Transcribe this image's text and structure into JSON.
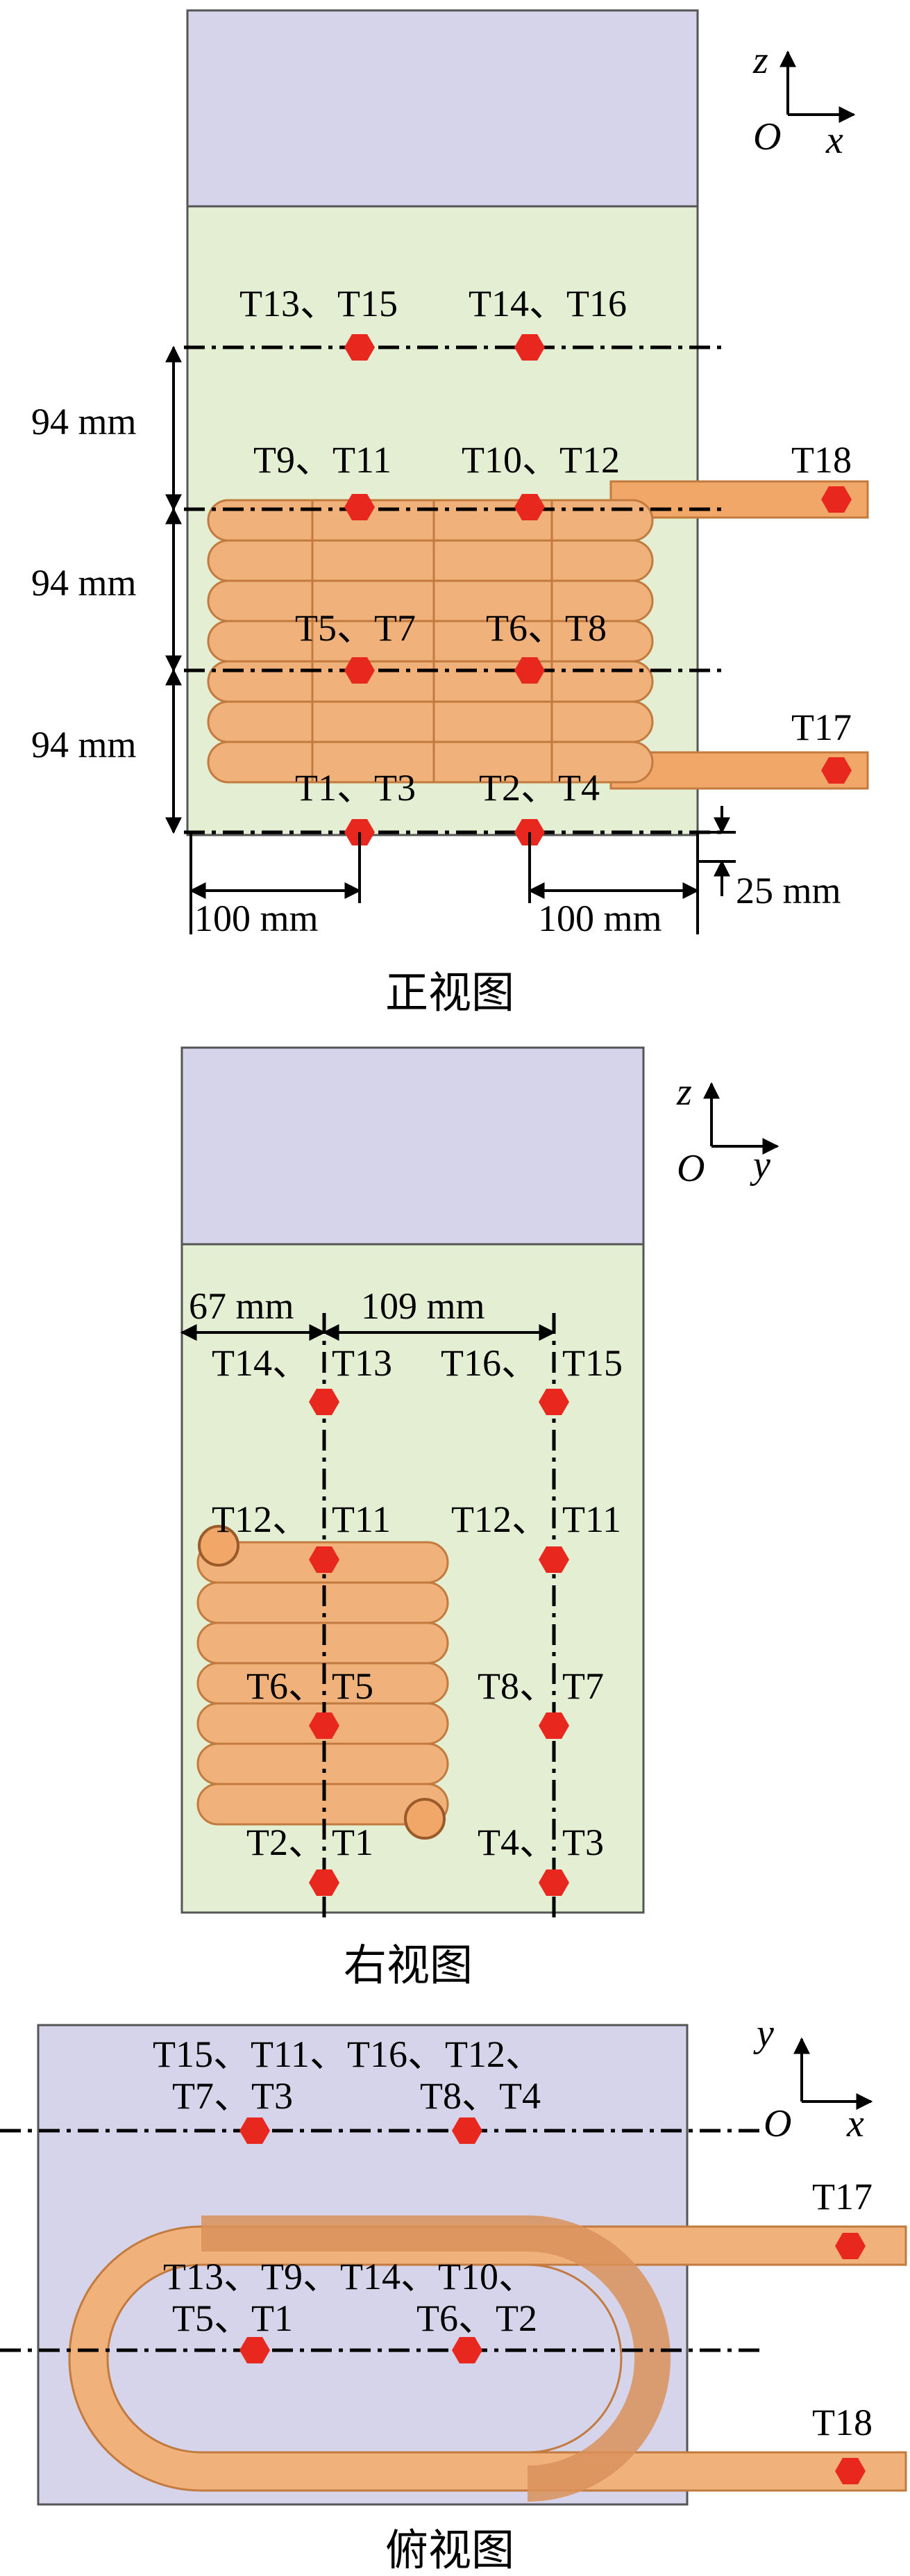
{
  "front_view": {
    "caption": "正视图",
    "axes": {
      "vertical": "z",
      "horizontal": "x",
      "origin": "O"
    },
    "dims": {
      "row_gap_1": "94 mm",
      "row_gap_2": "94 mm",
      "row_gap_3": "94 mm",
      "left_offset": "100 mm",
      "right_offset": "100 mm",
      "bottom_offset": "25 mm"
    },
    "labels": {
      "row1": "T13、T15",
      "row1b": "T14、T16",
      "row2": "T9、T11",
      "row2b": "T10、T12",
      "row3": "T5、T7",
      "row3b": "T6、T8",
      "row4": "T1、T3",
      "row4b": "T2、T4",
      "outlet_top": "T18",
      "outlet_bottom": "T17"
    }
  },
  "side_view": {
    "caption": "右视图",
    "axes": {
      "vertical": "z",
      "horizontal": "y",
      "origin": "O"
    },
    "dims": {
      "left": "67 mm",
      "middle": "109 mm"
    },
    "labels": {
      "r1a": "T14、",
      "r1b": "T13",
      "r1c": "T16、",
      "r1d": "T15",
      "r2a": "T12、",
      "r2b": "T11",
      "r2c": "T12、",
      "r2d": "T11",
      "r3a": "T6、",
      "r3b": "T5",
      "r3c": "T8、",
      "r3d": "T7",
      "r4a": "T2、",
      "r4b": "T1",
      "r4c": "T4、",
      "r4d": "T3"
    }
  },
  "top_view": {
    "caption": "俯视图",
    "axes": {
      "vertical": "y",
      "horizontal": "x",
      "origin": "O"
    },
    "labels": {
      "row1_line1": "T15、T11、T16、T12、",
      "row1_line2a": "T7、T3",
      "row1_line2b": "T8、T4",
      "row2_line1": "T13、T9、T14、T10、",
      "row2_line2a": "T5、T1",
      "row2_line2b": "T6、T2",
      "outlet_upper": "T17",
      "outlet_lower": "T18"
    }
  },
  "colors": {
    "sensor": "#e8281e",
    "coil": "#f0b27a",
    "tank_top": "#d6d4ea",
    "tank_body": "#e3eed3"
  }
}
